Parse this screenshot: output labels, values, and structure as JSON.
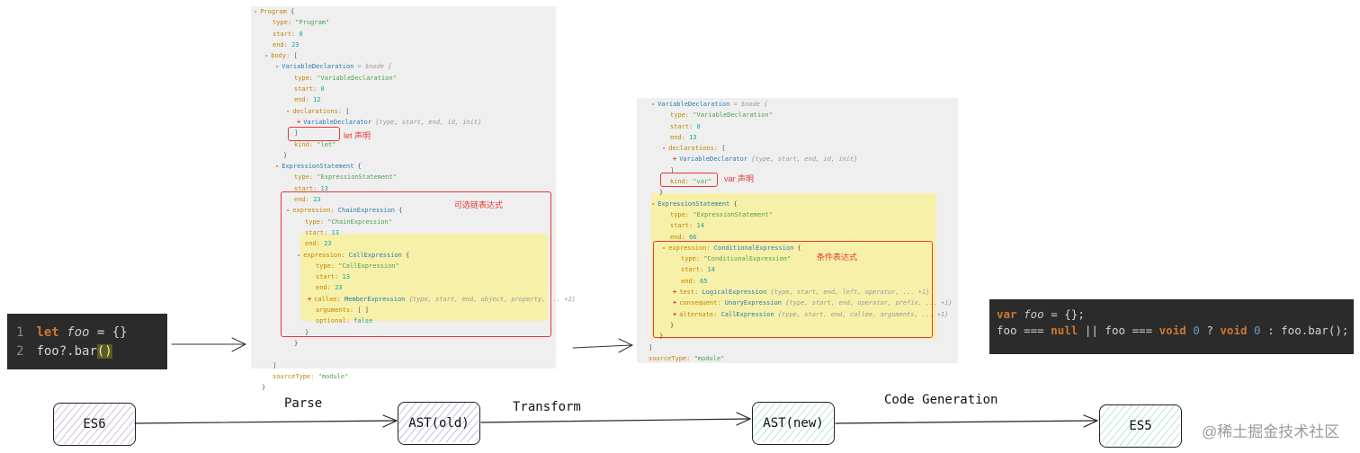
{
  "left_code": {
    "lines": [
      {
        "num": "1",
        "kw": "let",
        "var": "foo",
        "rest": " = {}"
      },
      {
        "num": "2",
        "text": "foo?.bar",
        "paren": "()"
      }
    ]
  },
  "ast_old": {
    "lines": [
      {
        "tg": "-",
        "k": "Program",
        "r": " {",
        "indent": 0
      },
      {
        "k": "type:",
        "s": "\"Program\"",
        "indent": 1
      },
      {
        "k": "start:",
        "n": "0",
        "indent": 1
      },
      {
        "k": "end:",
        "n": "23",
        "indent": 1
      },
      {
        "tg": "-",
        "k": "body:",
        "r": " [",
        "indent": 1
      },
      {
        "tg": "-",
        "t": "VariableDeclaration",
        "cm": "  = $node {",
        "indent": 2
      },
      {
        "k": "type:",
        "s": "\"VariableDeclaration\"",
        "indent": 3
      },
      {
        "k": "start:",
        "n": "0",
        "indent": 3
      },
      {
        "k": "end:",
        "n": "12",
        "indent": 3
      },
      {
        "tg": "-",
        "k": "declarations:",
        "r": " [",
        "indent": 3
      },
      {
        "tg": "+",
        "t": "VariableDeclarator",
        "cm": " {type, start, end, id, init}",
        "indent": 4
      },
      {
        "r": "]",
        "indent": 3
      },
      {
        "k": "kind:",
        "s": "\"let\"",
        "indent": 3
      },
      {
        "r": "}",
        "indent": 2
      },
      {
        "tg": "-",
        "t": "ExpressionStatement",
        "r": "  {",
        "indent": 2
      },
      {
        "k": "type:",
        "s": "\"ExpressionStatement\"",
        "indent": 3
      },
      {
        "k": "start:",
        "n": "13",
        "indent": 3
      },
      {
        "k": "end:",
        "n": "23",
        "indent": 3
      },
      {
        "tg": "-",
        "k": "expression:",
        "t": "ChainExpression",
        "r": "  {",
        "indent": 3
      },
      {
        "k": "type:",
        "s": "\"ChainExpression\"",
        "indent": 4
      },
      {
        "k": "start:",
        "n": "13",
        "indent": 4
      },
      {
        "k": "end:",
        "n": "23",
        "indent": 4
      },
      {
        "tg": "-",
        "k": "expression:",
        "t": "CallExpression",
        "r": "  {",
        "indent": 4
      },
      {
        "k": "type:",
        "s": "\"CallExpression\"",
        "indent": 5
      },
      {
        "k": "start:",
        "n": "13",
        "indent": 5
      },
      {
        "k": "end:",
        "n": "23",
        "indent": 5
      },
      {
        "tg": "+",
        "k": "callee:",
        "t": "MemberExpression",
        "cm": " {type, start, end, object, property, ... +2}",
        "indent": 5
      },
      {
        "k": "arguments:",
        "r": " [ ]",
        "indent": 5
      },
      {
        "k": "optional:",
        "n": "false",
        "indent": 5
      },
      {
        "r": "}",
        "indent": 4
      },
      {
        "r": "}",
        "indent": 3
      },
      {
        "r": "",
        "indent": 2
      },
      {
        "r": "]",
        "indent": 1
      },
      {
        "k": "sourceType:",
        "s": "\"module\"",
        "indent": 1
      },
      {
        "r": "}",
        "indent": 0
      }
    ],
    "notes": {
      "kind": "let 声明",
      "chain": "可选链表达式"
    }
  },
  "ast_new": {
    "lines": [
      {
        "tg": "-",
        "t": "VariableDeclaration",
        "cm": "  = $node {",
        "indent": 1
      },
      {
        "k": "type:",
        "s": "\"VariableDeclaration\"",
        "indent": 2
      },
      {
        "k": "start:",
        "n": "0",
        "indent": 2
      },
      {
        "k": "end:",
        "n": "13",
        "indent": 2
      },
      {
        "tg": "-",
        "k": "declarations:",
        "r": " [",
        "indent": 2
      },
      {
        "tg": "+",
        "t": "VariableDeclarator",
        "cm": " {type, start, end, id, init}",
        "indent": 3
      },
      {
        "r": "]",
        "indent": 2
      },
      {
        "k": "kind:",
        "s": "\"var\"",
        "indent": 2
      },
      {
        "r": "}",
        "indent": 1
      },
      {
        "tg": "-",
        "t": "ExpressionStatement",
        "r": "  {",
        "indent": 1
      },
      {
        "k": "type:",
        "s": "\"ExpressionStatement\"",
        "indent": 2
      },
      {
        "k": "start:",
        "n": "14",
        "indent": 2
      },
      {
        "k": "end:",
        "n": "66",
        "indent": 2
      },
      {
        "tg": "-",
        "k": "expression:",
        "t": "ConditionalExpression",
        "r": "  {",
        "indent": 2
      },
      {
        "k": "type:",
        "s": "\"ConditionalExpression\"",
        "indent": 3
      },
      {
        "k": "start:",
        "n": "14",
        "indent": 3
      },
      {
        "k": "end:",
        "n": "65",
        "indent": 3
      },
      {
        "tg": "+",
        "k": "test:",
        "t": "LogicalExpression",
        "cm": " {type, start, end, left, operator, ... +1}",
        "indent": 3
      },
      {
        "tg": "+",
        "k": "consequent:",
        "t": "UnaryExpression",
        "cm": " {type, start, end, operator, prefix, ... +1}",
        "indent": 3
      },
      {
        "tg": "+",
        "k": "alternate:",
        "t": "CallExpression",
        "cm": " {type, start, end, callee, arguments, ... +1}",
        "indent": 3
      },
      {
        "r": "}",
        "indent": 2
      },
      {
        "r": "}",
        "indent": 1
      },
      {
        "r": "]",
        "indent": 0
      },
      {
        "k": "sourceType:",
        "s": "\"module\"",
        "indent": 0
      }
    ],
    "notes": {
      "kind": "var 声明",
      "cond": "条件表达式"
    }
  },
  "right_code": {
    "line1": {
      "kw": "var",
      "var": "foo",
      "rest": " = {};"
    },
    "line2": [
      {
        "c": "p",
        "t": "foo === "
      },
      {
        "c": "k",
        "t": "null"
      },
      {
        "c": "p",
        "t": " || foo === "
      },
      {
        "c": "k",
        "t": "void"
      },
      {
        "c": "p",
        "t": " "
      },
      {
        "c": "n",
        "t": "0"
      },
      {
        "c": "p",
        "t": " ? "
      },
      {
        "c": "k",
        "t": "void"
      },
      {
        "c": "p",
        "t": " "
      },
      {
        "c": "n",
        "t": "0"
      },
      {
        "c": "p",
        "t": " : foo.bar();"
      }
    ]
  },
  "flow": {
    "nodes": [
      {
        "label": "ES6",
        "color": "#e4cdee"
      },
      {
        "label": "AST(old)",
        "color": "#d7d2f2"
      },
      {
        "label": "AST(new)",
        "color": "#cdeee0"
      },
      {
        "label": "ES5",
        "color": "#cdeee0"
      }
    ],
    "edges": {
      "parse": "Parse",
      "transform": "Transform",
      "codegen": "Code Generation"
    }
  },
  "watermark": "@稀土掘金技术社区"
}
